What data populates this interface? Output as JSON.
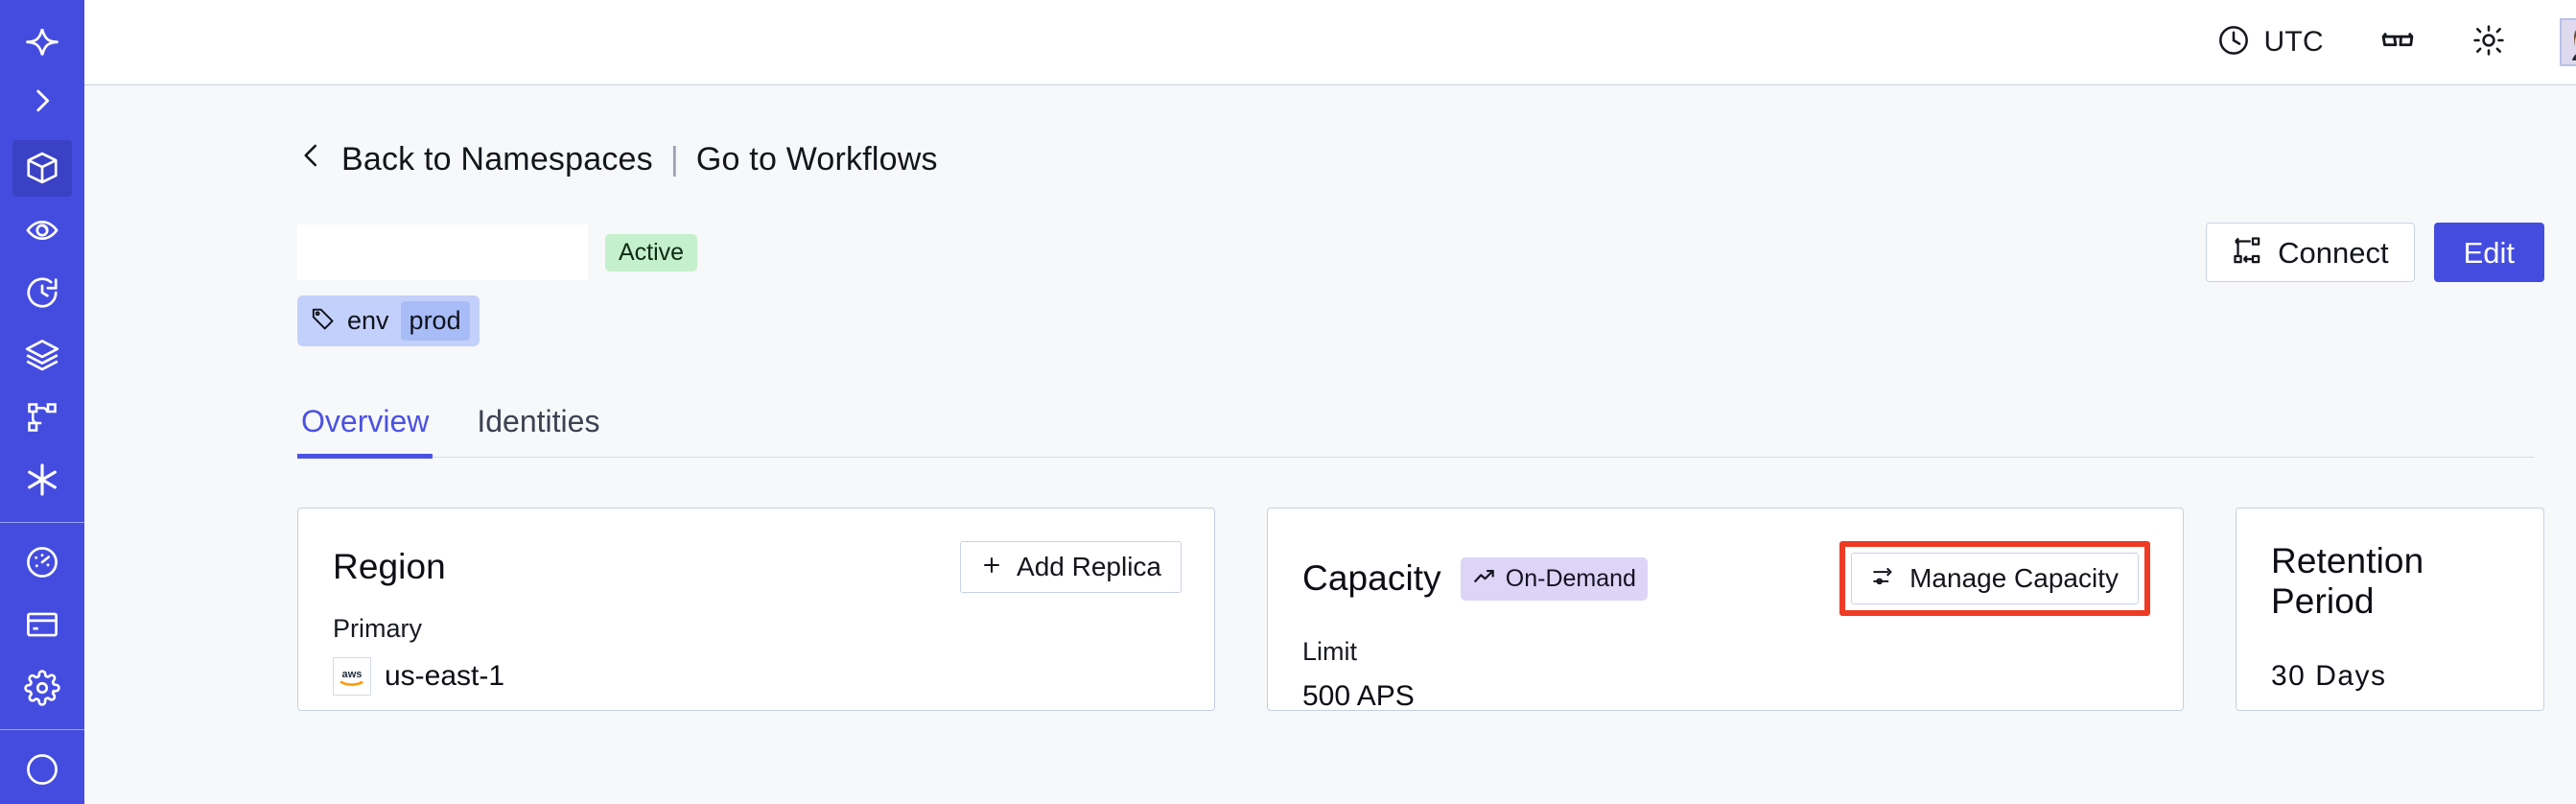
{
  "sidebar": {
    "brand_color": "#444ce0",
    "items": [
      {
        "name": "temporal-logo-icon",
        "label": "Temporal"
      },
      {
        "name": "expand-chevron-icon",
        "label": "Expand navigation"
      },
      {
        "name": "namespaces-cube-icon",
        "label": "Namespaces",
        "active": true
      },
      {
        "name": "observability-eye-icon",
        "label": "Observability"
      },
      {
        "name": "schedules-clock-icon",
        "label": "Schedules"
      },
      {
        "name": "batch-layers-icon",
        "label": "Batch Operations"
      },
      {
        "name": "workflows-branch-icon",
        "label": "Workflows"
      },
      {
        "name": "nexus-asterisk-icon",
        "label": "Nexus"
      },
      {
        "name": "usage-gauge-icon",
        "label": "Usage"
      },
      {
        "name": "billing-card-icon",
        "label": "Billing"
      },
      {
        "name": "settings-gear-icon",
        "label": "Settings"
      }
    ]
  },
  "topbar": {
    "timezone_label": "UTC",
    "clock_icon": "clock-icon",
    "focus_icon": "reading-glasses-icon",
    "theme_icon": "sun-icon",
    "avatar": "user-avatar"
  },
  "breadcrumb": {
    "back_icon": "chevron-left-icon",
    "back_label": "Back to Namespaces",
    "separator": "|",
    "forward_label": "Go to Workflows"
  },
  "header": {
    "namespace_name": "",
    "status_badge": "Active",
    "status_badge_color": "#c4f0cd",
    "connect_label": "Connect",
    "connect_icon": "connect-network-icon",
    "edit_label": "Edit",
    "edit_color": "#444ce0",
    "tag": {
      "icon": "tag-icon",
      "key": "env",
      "value": "prod",
      "bg_color": "#c3d0fb"
    }
  },
  "tabs": [
    {
      "label": "Overview",
      "active": true
    },
    {
      "label": "Identities",
      "active": false
    }
  ],
  "cards": {
    "region": {
      "title": "Region",
      "action_label": "Add Replica",
      "action_icon": "plus-icon",
      "sub_label": "Primary",
      "provider_icon": "aws-logo-icon",
      "value": "us-east-1"
    },
    "capacity": {
      "title": "Capacity",
      "badge_label": "On-Demand",
      "badge_icon": "trending-up-icon",
      "badge_color": "#ddd4f7",
      "action_label": "Manage Capacity",
      "action_icon": "sliders-icon",
      "highlight_color": "#ee3b24",
      "sub_label": "Limit",
      "value": "500 APS"
    },
    "retention": {
      "title": "Retention Period",
      "value": "30  Days"
    }
  }
}
